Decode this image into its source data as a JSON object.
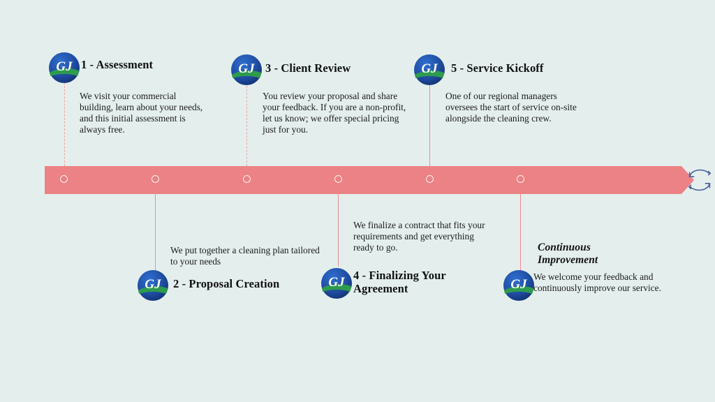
{
  "theme": {
    "background": "#e4efed",
    "bar_color": "#ec8285",
    "connector_color": "#ef8a8d",
    "marker_stroke": "#fdf3f3",
    "logo_blue": "#1f4ba0",
    "logo_green": "#2e9b4e",
    "cycle_icon_color": "#4a5f9e",
    "text_color": "#111111"
  },
  "diagram": {
    "type": "process-timeline",
    "orientation": "horizontal",
    "logo_text": "GJ",
    "cycle_icon_name": "continuous-cycle-arrows-icon",
    "marker_count": 6
  },
  "steps": [
    {
      "id": "step-1",
      "title": "1 - Assessment",
      "description": "We visit your commercial building, learn about your needs, and this initial assessment is always free.",
      "side": "above",
      "connector": "dashed"
    },
    {
      "id": "step-2",
      "title": "2 - Proposal Creation",
      "description": "We put together a cleaning plan tailored to your needs",
      "side": "below",
      "connector": "solid"
    },
    {
      "id": "step-3",
      "title": "3 - Client Review",
      "description": "You review your proposal and share your feedback. If you are a non-profit, let us know; we offer special pricing just for you.",
      "side": "above",
      "connector": "dashed"
    },
    {
      "id": "step-4",
      "title": "4 - Finalizing Your Agreement",
      "description": "We finalize a contract that fits your requirements and get everything ready to go.",
      "side": "below",
      "connector": "solid"
    },
    {
      "id": "step-5",
      "title": "5 - Service Kickoff",
      "description": "One of our regional managers oversees the start of service on-site alongside the cleaning crew.",
      "side": "above",
      "connector": "solid"
    },
    {
      "id": "step-6",
      "title": "Continuous Improvement",
      "description": " We welcome your feedback and continuously improve our service.",
      "side": "below",
      "connector": "solid"
    }
  ]
}
